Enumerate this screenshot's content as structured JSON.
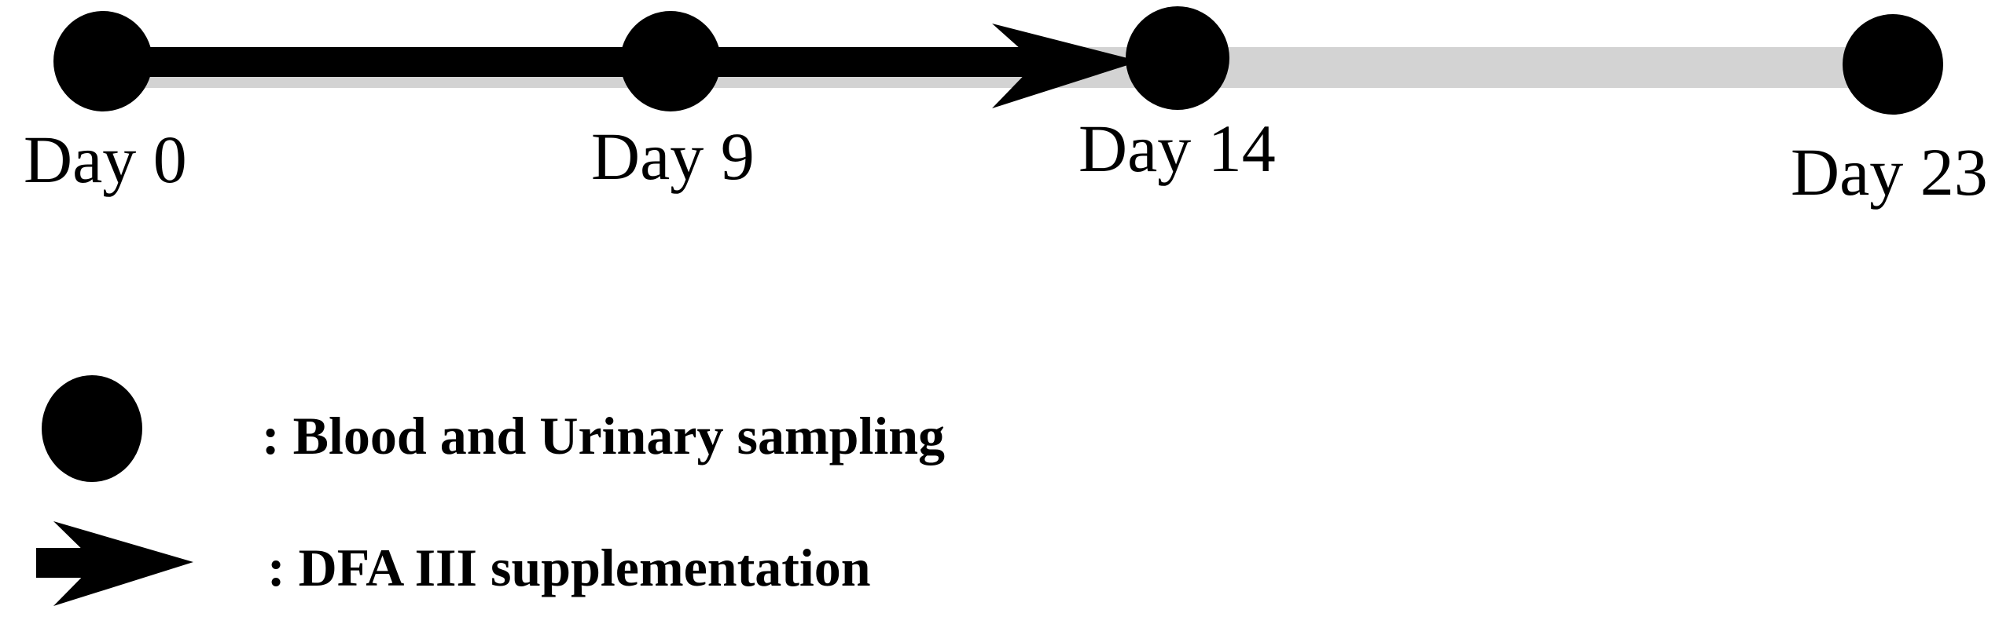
{
  "timeline": {
    "events": [
      {
        "label": "Day 0",
        "day": 0
      },
      {
        "label": "Day 9",
        "day": 9
      },
      {
        "label": "Day 14",
        "day": 14
      },
      {
        "label": "Day 23",
        "day": 23
      }
    ],
    "supplementation_start_day": 0,
    "supplementation_end_day": 14
  },
  "legend": {
    "sampling_label": ": Blood and Urinary sampling",
    "supplementation_label": ": DFA III supplementation"
  },
  "colors": {
    "marker": "#000000",
    "arrow": "#000000",
    "baseline": "#d3d3d3",
    "background": "#ffffff"
  },
  "icons": {
    "sampling": "filled-circle-icon",
    "supplementation": "arrow-right-icon"
  }
}
